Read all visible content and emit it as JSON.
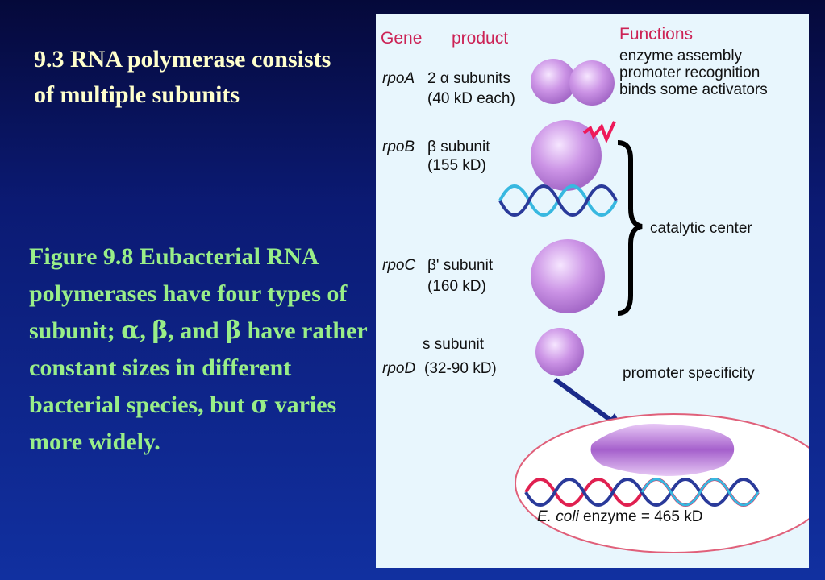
{
  "slide": {
    "title": "9.3 RNA polymerase consists of multiple subunits",
    "caption": {
      "part1": "Figure 9.8 Eubacterial RNA polymerases have four types of  subunit; ",
      "alpha": "α",
      "part2": ", ",
      "beta": "β",
      "part3": ", and ",
      "beta_prime": "β",
      "part4": " have rather constant sizes in different bacterial species, but ",
      "sigma": "σ",
      "part5": " varies more widely."
    }
  },
  "figure": {
    "headers": {
      "gene": "Gene",
      "product": "product",
      "functions": "Functions"
    },
    "alpha_row": {
      "gene": "rpoA",
      "product_line1": "2 α subunits",
      "product_line2": "(40 kD  each)",
      "functions": [
        "enzyme assembly",
        "promoter recognition",
        "binds some activators"
      ]
    },
    "beta_row": {
      "gene": "rpoB",
      "product_line1": "β subunit",
      "product_line2": "(155 kD)"
    },
    "beta_prime_row": {
      "gene": "rpoC",
      "product_line1": "β' subunit",
      "product_line2": "(160 kD)"
    },
    "catalytic_label": "catalytic center",
    "sigma_row": {
      "product_line1": "s subunit",
      "gene": "rpoD",
      "product_line2": "(32-90 kD)",
      "function": "promoter specificity"
    },
    "holoenzyme": {
      "organism": "E. coli",
      "label": " enzyme  = 465 kD"
    },
    "colors": {
      "header_text": "#cc2255",
      "subunit_fill": "#c98fe0",
      "dna_dark": "#2a3a9a",
      "dna_light": "#38b8e0",
      "dna_red": "#e02050",
      "ellipse_stroke": "#e0607a",
      "arrow": "#1a2a8a"
    }
  }
}
